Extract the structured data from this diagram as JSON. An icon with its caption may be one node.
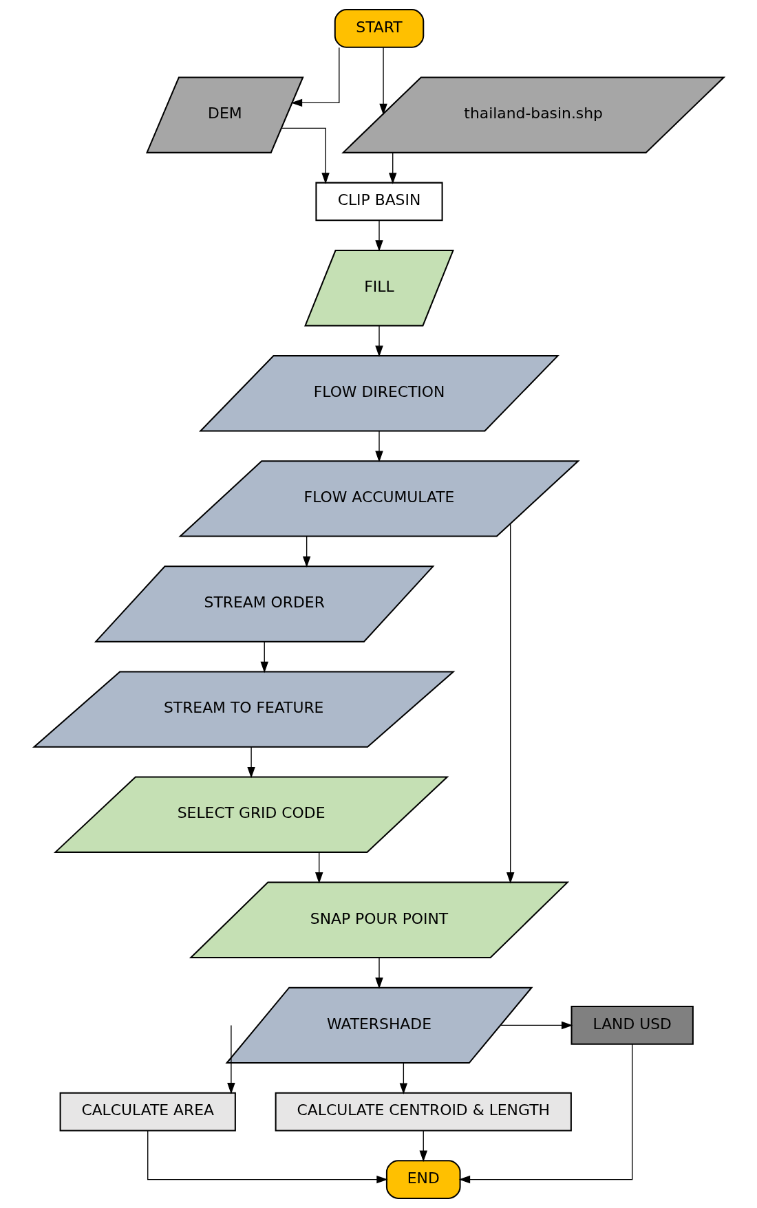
{
  "diagram": {
    "nodes": [
      {
        "text": [
          "START"
        ]
      },
      {
        "text": [
          "DEM"
        ]
      },
      {
        "text": [
          "thailand-basin.shp"
        ]
      },
      {
        "text": [
          "CLIP BASIN"
        ]
      },
      {
        "text": [
          "FILL"
        ]
      },
      {
        "text": [
          "FLOW DIRECTION"
        ]
      },
      {
        "text": [
          "FLOW ACCUMULATE"
        ]
      },
      {
        "text": [
          "STREAM ORDER"
        ]
      },
      {
        "text": [
          "STREAM TO FEATURE"
        ]
      },
      {
        "text": [
          "SELECT GRID CODE"
        ]
      },
      {
        "text": [
          "SNAP POUR POINT"
        ]
      },
      {
        "text": [
          "WATERSHADE"
        ]
      },
      {
        "text": [
          "LAND USD"
        ]
      },
      {
        "text": [
          "CALCULATE AREA"
        ]
      },
      {
        "text": [
          "CALCULATE CENTROID & LENGTH"
        ]
      },
      {
        "text": [
          "END"
        ]
      }
    ],
    "edges": [
      {
        "from": 0,
        "to": 1,
        "arrow": "to"
      },
      {
        "from": 0,
        "to": 2,
        "arrow": "to"
      },
      {
        "from": 1,
        "to": 3,
        "arrow": "to"
      },
      {
        "from": 2,
        "to": 3,
        "arrow": "to"
      },
      {
        "from": 3,
        "to": 4,
        "arrow": "to"
      },
      {
        "from": 4,
        "to": 5,
        "arrow": "to"
      },
      {
        "from": 5,
        "to": 6,
        "arrow": "to"
      },
      {
        "from": 6,
        "to": 7,
        "arrow": "to"
      },
      {
        "from": 7,
        "to": 8,
        "arrow": "to"
      },
      {
        "from": 8,
        "to": 9,
        "arrow": "to"
      },
      {
        "from": 9,
        "to": 10,
        "arrow": "to"
      },
      {
        "from": 6,
        "to": 10,
        "arrow": "to"
      },
      {
        "from": 10,
        "to": 11,
        "arrow": "to"
      },
      {
        "from": 11,
        "to": 12,
        "arrow": "to"
      },
      {
        "from": 11,
        "to": 13,
        "arrow": "to"
      },
      {
        "from": 11,
        "to": 14,
        "arrow": "to"
      },
      {
        "from": 13,
        "to": 15,
        "arrow": "to"
      },
      {
        "from": 14,
        "to": 15,
        "arrow": "to"
      },
      {
        "from": 12,
        "to": 15,
        "arrow": "to"
      }
    ]
  }
}
